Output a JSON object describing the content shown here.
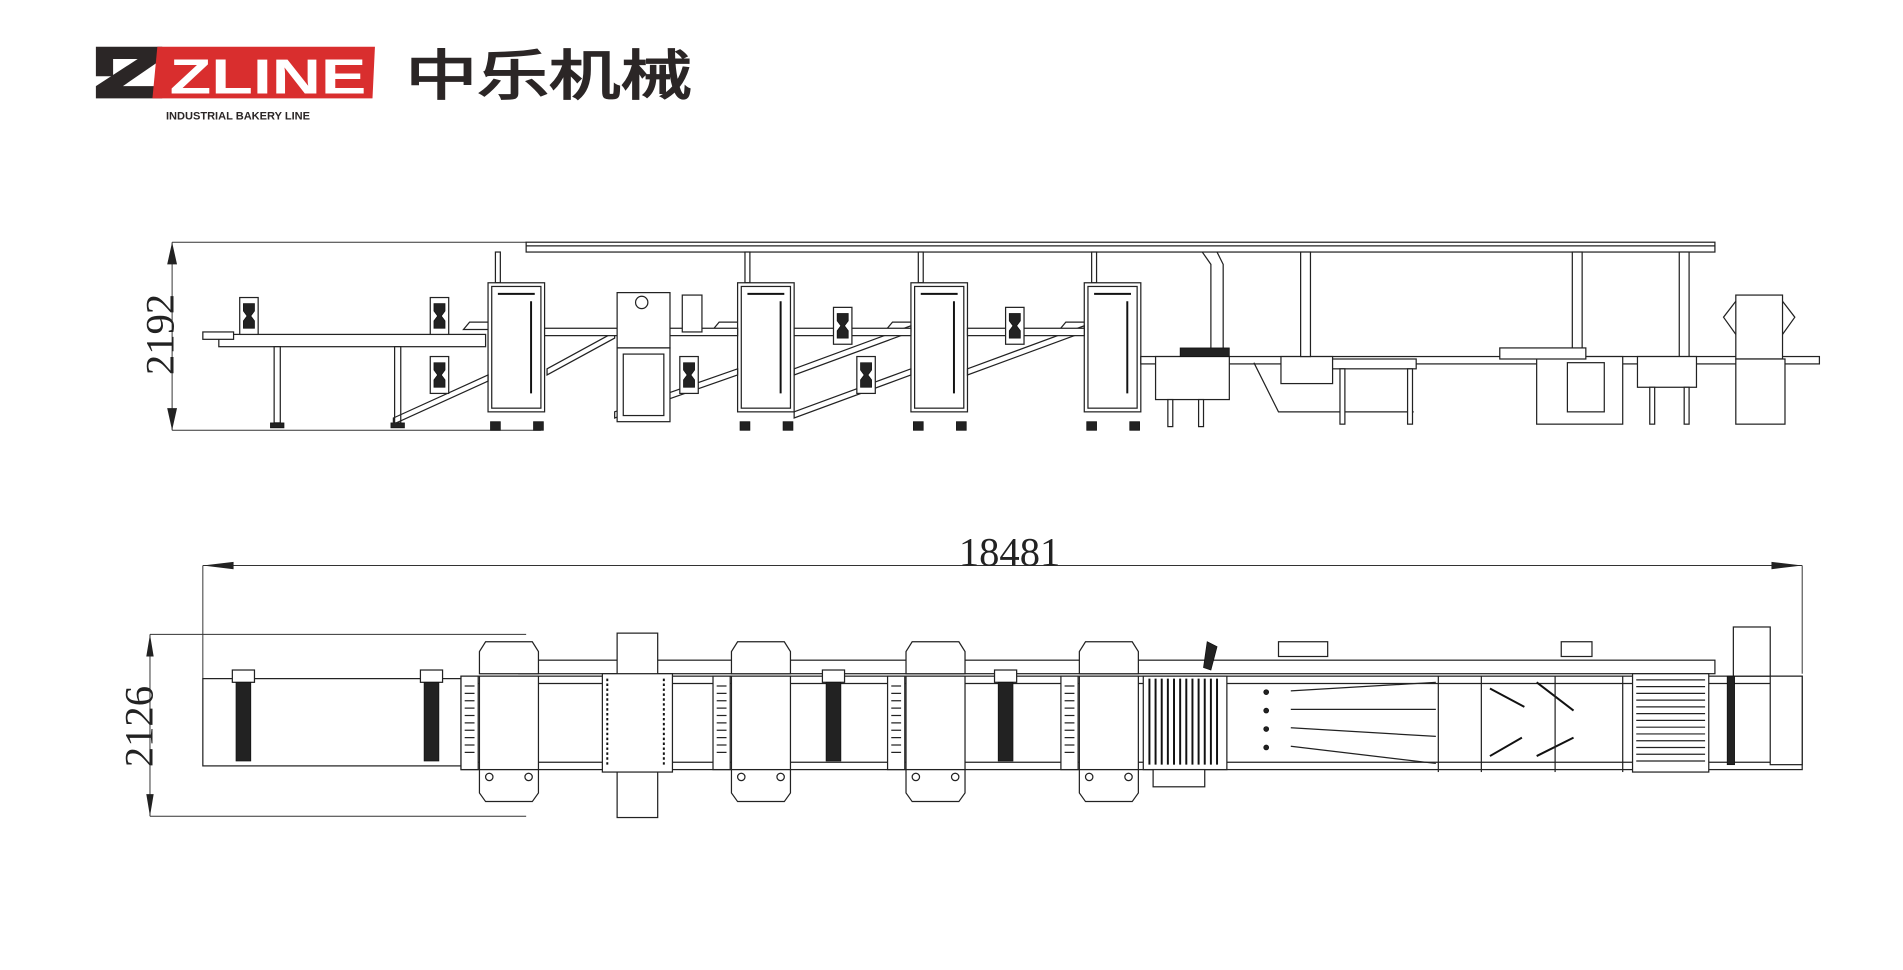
{
  "logo": {
    "brand_mark": "ZLINE",
    "tagline": "INDUSTRIAL BAKERY LINE",
    "chinese_name": "中乐机械",
    "colors": {
      "red": "#d92e2e",
      "black": "#2b2626"
    }
  },
  "drawing": {
    "side_view": {
      "height_dimension": "2192"
    },
    "top_view": {
      "length_dimension": "18481",
      "width_dimension": "2126"
    }
  }
}
